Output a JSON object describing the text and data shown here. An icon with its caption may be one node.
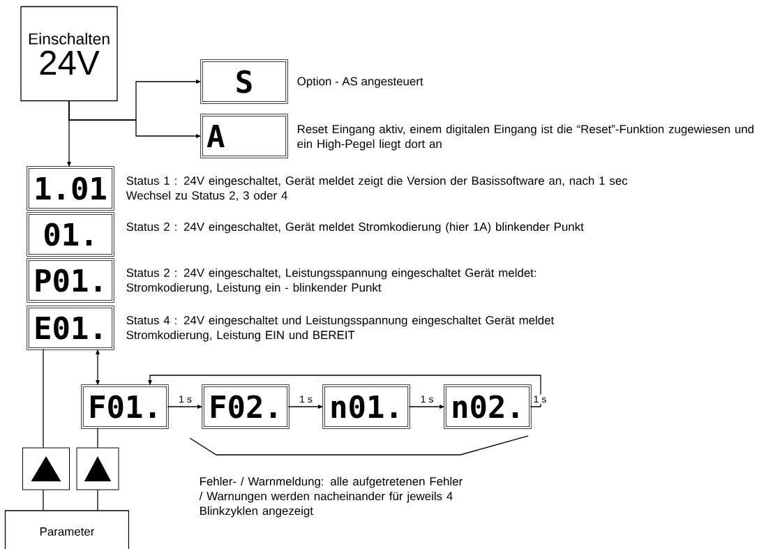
{
  "diagram": {
    "nodes": [
      {
        "text": [
          "Einschalten",
          "24V"
        ]
      },
      {
        "text": [
          "S"
        ],
        "beside": [
          "Option - AS angesteuert"
        ]
      },
      {
        "text": [
          "A"
        ],
        "beside": [
          "Reset Eingang aktiv, einem digitalen Eingang ist die “Reset”-Funktion zugewiesen und ein High-Pegel liegt dort an"
        ]
      },
      {
        "text": [
          "1.01"
        ],
        "beside": [
          "Status 1 : 24V eingeschaltet, Gerät meldet zeigt die Version der Basissoftware an, nach 1 sec Wechsel zu Status 2, 3 oder 4"
        ]
      },
      {
        "text": [
          "01."
        ],
        "beside": [
          "Status 2 : 24V eingeschaltet, Gerät meldet Stromkodierung (hier 1A) blinkender Punkt"
        ]
      },
      {
        "text": [
          "P01."
        ],
        "beside": [
          "Status 2 : 24V eingeschaltet, Leistungsspannung eingeschaltet Gerät meldet: Stromkodierung, Leistung ein - blinkender Punkt"
        ]
      },
      {
        "text": [
          "E01."
        ],
        "beside": [
          "Status 4 : 24V eingeschaltet und Leistungsspannung eingeschaltet Gerät meldet Stromkodierung, Leistung EIN und BEREIT"
        ]
      },
      {
        "text": [
          "F01."
        ]
      },
      {
        "text": [
          "F02."
        ]
      },
      {
        "text": [
          "n01."
        ]
      },
      {
        "text": [
          "n02."
        ]
      },
      {
        "text": [],
        "shape": "triangle"
      },
      {
        "text": [],
        "shape": "triangle"
      },
      {
        "text": [
          "Parameter"
        ]
      }
    ],
    "edges": [
      {
        "from": 0,
        "to": 3,
        "arrow": "to"
      },
      {
        "from": 0,
        "to": 1,
        "arrow": "to"
      },
      {
        "from": 0,
        "to": 2,
        "arrow": "to"
      },
      {
        "from": 6,
        "to": 7,
        "arrow": "both"
      },
      {
        "from": 6,
        "to": 11,
        "arrow": "none"
      },
      {
        "from": 7,
        "to": 12,
        "arrow": "none"
      },
      {
        "from": 11,
        "to": 13,
        "arrow": "none"
      },
      {
        "from": 12,
        "to": 13,
        "arrow": "none"
      },
      {
        "from": 7,
        "to": 8,
        "arrow": "to",
        "label": "1 s"
      },
      {
        "from": 8,
        "to": 9,
        "arrow": "to",
        "label": "1 s"
      },
      {
        "from": 9,
        "to": 10,
        "arrow": "to",
        "label": "1 s"
      },
      {
        "from": 10,
        "to": 7,
        "arrow": "to",
        "label": "1 s"
      }
    ],
    "labels": [
      "Fehler- / Warnmeldung: alle aufgetretenen Fehler / Warnungen werden nacheinander für jeweils 4 Blinkzyklen angezeigt"
    ]
  }
}
